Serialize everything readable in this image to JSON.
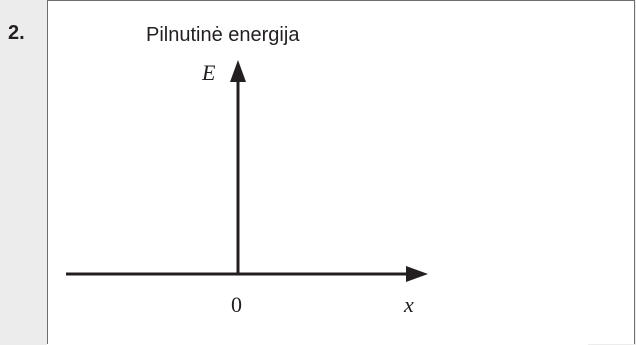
{
  "question": {
    "number": "2."
  },
  "figure": {
    "caption": "Pilnutinė energija",
    "y_axis_label": "E",
    "x_axis_label": "x",
    "origin_label": "0"
  },
  "colors": {
    "sidebar": "#ececec",
    "border": "#6d6e71",
    "ink": "#231f20"
  }
}
